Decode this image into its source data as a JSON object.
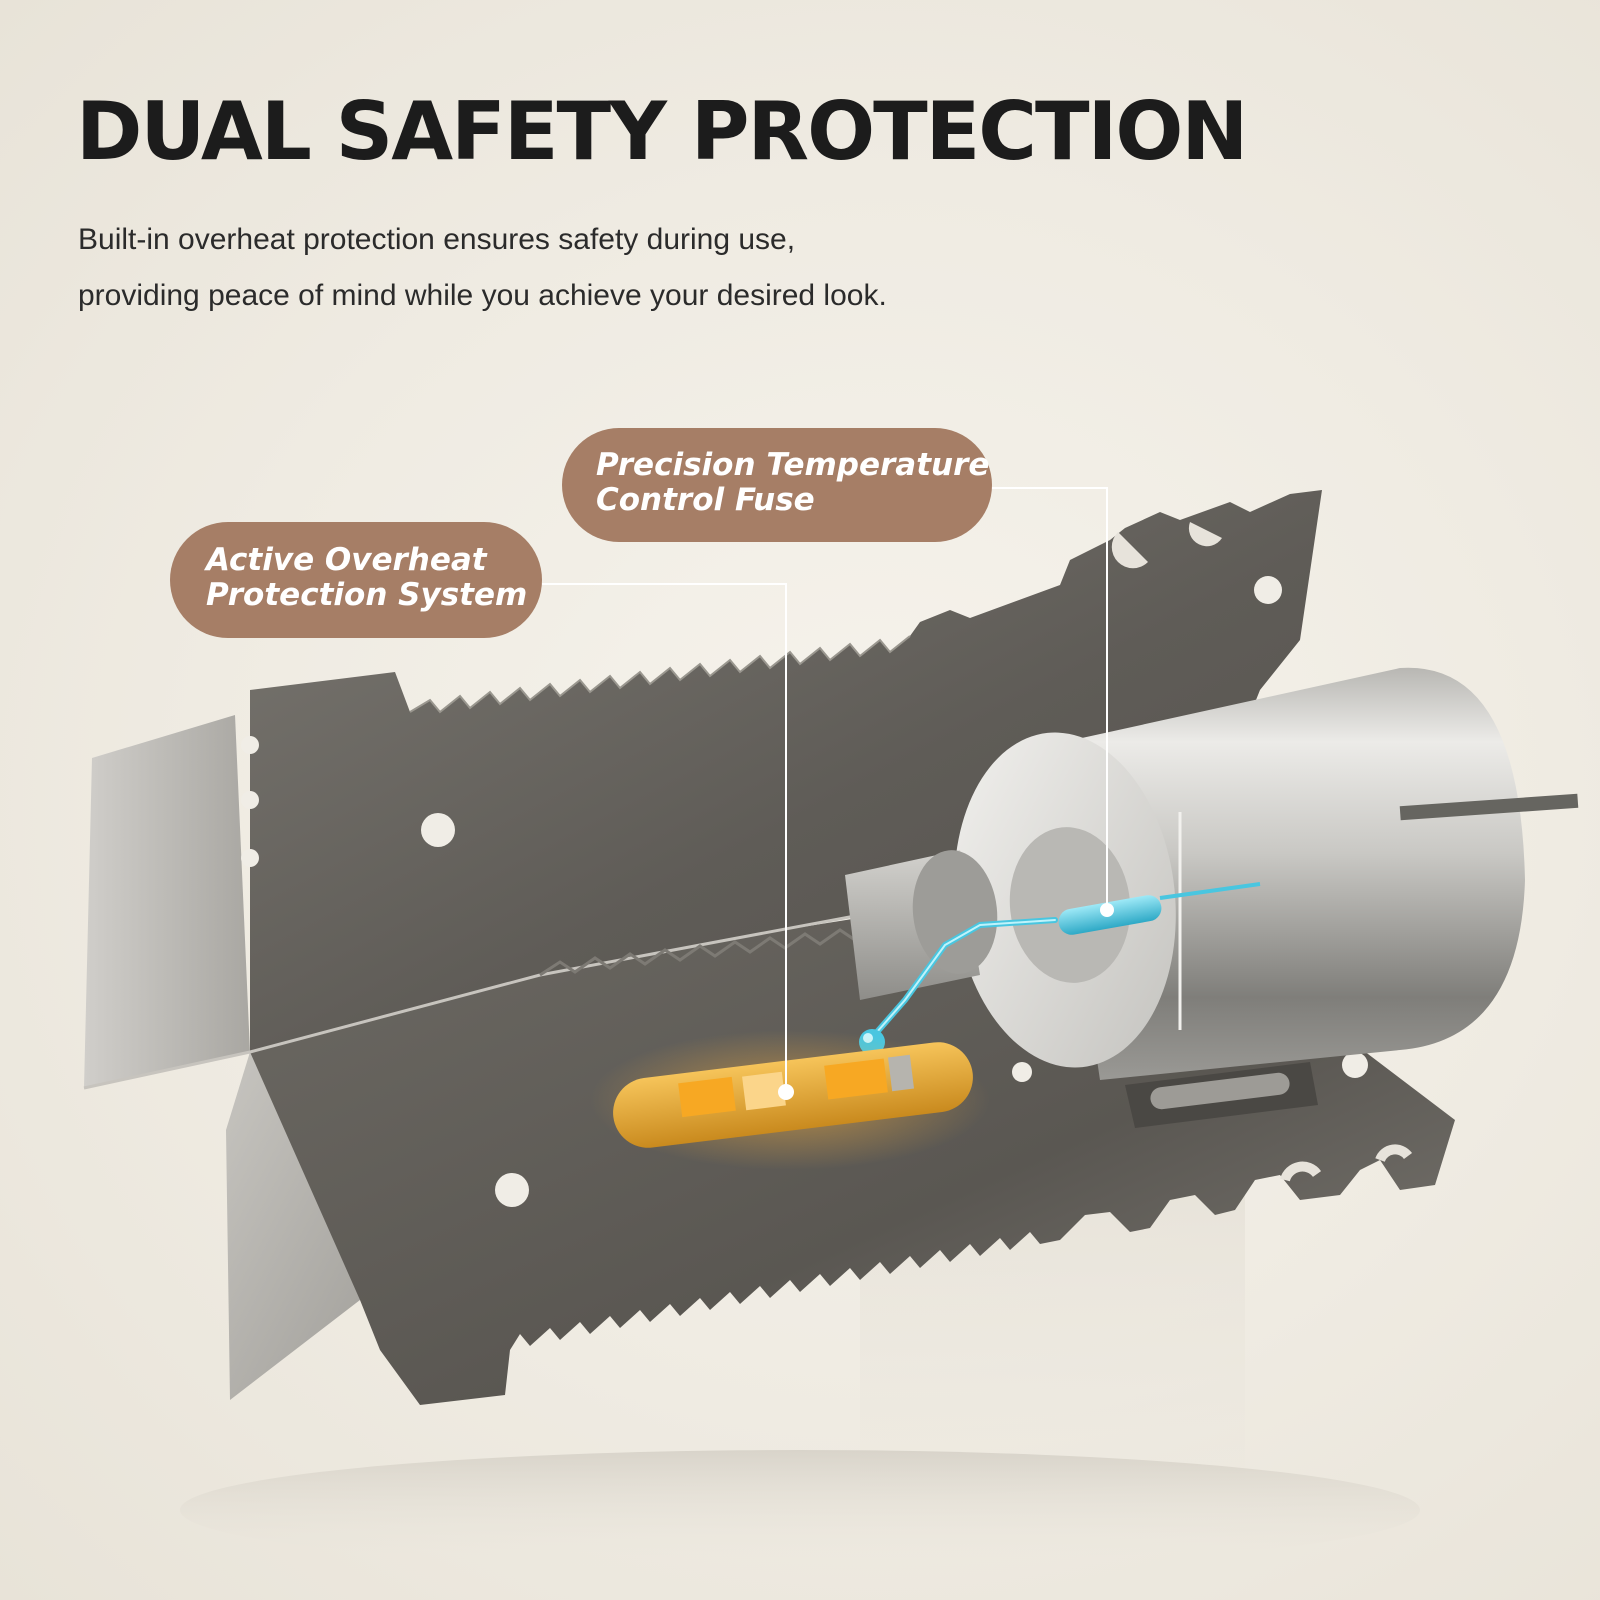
{
  "header": {
    "title": "DUAL SAFETY PROTECTION",
    "description_line_1": "Built-in overheat protection ensures safety during use,",
    "description_line_2": "providing peace of mind while you achieve your desired look."
  },
  "callouts": {
    "fuse": {
      "line_1": "Precision Temperature",
      "line_2": "Control Fuse"
    },
    "overheat": {
      "line_1": "Active Overheat",
      "line_2": "Protection System"
    }
  },
  "colors": {
    "background": "#efebe2",
    "title_text": "#1c1c1c",
    "callout_bg": "#a67e66",
    "callout_text": "#ffffff",
    "metal_dark": "#5d5a55",
    "metal_light": "#b4b2ac",
    "fuse_cyan": "#49c6e0",
    "sensor_gold": "#e3a43a"
  }
}
